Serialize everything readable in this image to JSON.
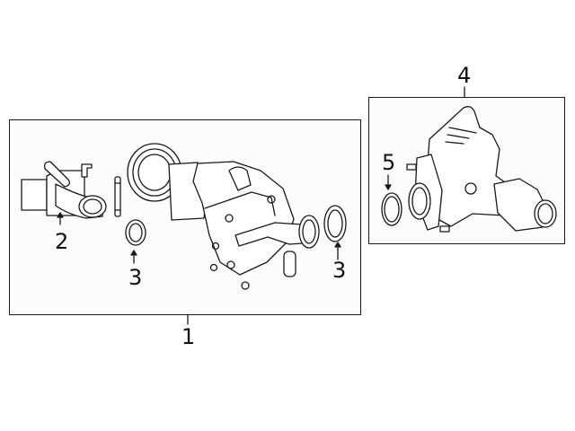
{
  "diagram": {
    "type": "exploded parts diagram",
    "subject": "Water pump and thermostat housing assembly",
    "groups": [
      {
        "id": "assembly-1",
        "callout": "1",
        "contains": [
          "2",
          "3",
          "3"
        ]
      },
      {
        "id": "assembly-4",
        "callout": "4",
        "contains": [
          "5"
        ]
      }
    ],
    "callouts": [
      {
        "number": "1",
        "part": "water-pump-assembly"
      },
      {
        "number": "2",
        "part": "inlet-connector"
      },
      {
        "number": "3",
        "part": "o-ring-left"
      },
      {
        "number": "3",
        "part": "o-ring-right"
      },
      {
        "number": "4",
        "part": "thermostat-housing-assembly"
      },
      {
        "number": "5",
        "part": "o-ring-thermostat"
      }
    ]
  },
  "labels": {
    "c1": "1",
    "c2": "2",
    "c3a": "3",
    "c3b": "3",
    "c4": "4",
    "c5": "5"
  },
  "colors": {
    "line": "#1a1a1a",
    "box_fill": "#fcfcfc",
    "background": "#ffffff"
  }
}
